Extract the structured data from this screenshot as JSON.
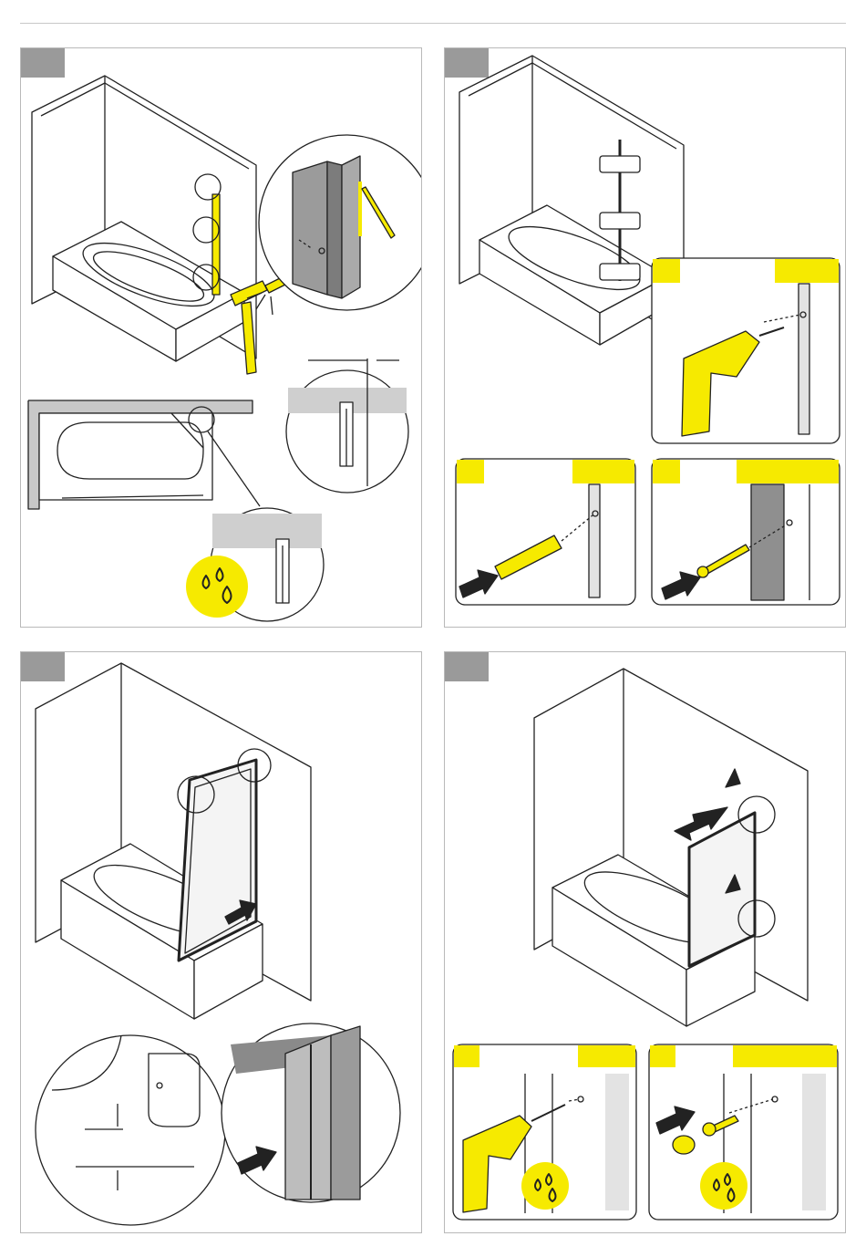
{
  "page": {
    "title": ""
  },
  "colors": {
    "accent_yellow": "#f6ea00",
    "line": "#222222",
    "step_tag": "#9a9a9a",
    "panel_border": "#b9b9b9",
    "profile_gray": "#8f8f8f"
  },
  "steps": [
    {
      "id": "step-1",
      "icons": [
        "hammer-icon",
        "nail-icon",
        "water-drops-icon",
        "magnifier-circle-icon"
      ]
    },
    {
      "id": "step-2",
      "icons": [
        "drill-icon",
        "wall-plug-icon",
        "screw-icon",
        "arrow-icon"
      ]
    },
    {
      "id": "step-3",
      "icons": [
        "glass-panel-icon",
        "arrow-icon",
        "magnifier-circle-icon"
      ]
    },
    {
      "id": "step-4",
      "icons": [
        "double-arrow-icon",
        "drill-icon",
        "screw-icon",
        "cap-icon",
        "water-drops-icon"
      ]
    }
  ]
}
